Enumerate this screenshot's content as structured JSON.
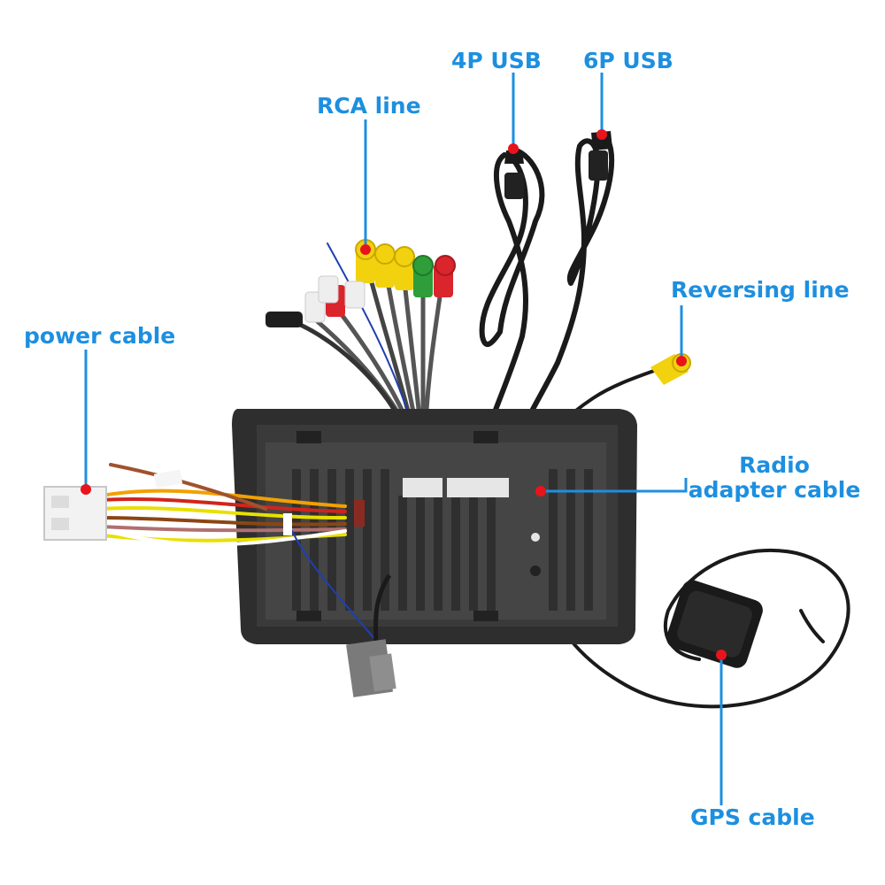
{
  "labels": {
    "usb4": "4P USB",
    "usb6": "6P USB",
    "rca": "RCA line",
    "reversing": "Reversing line",
    "power": "power cable",
    "radio_line1": "Radio",
    "radio_line2": "adapter cable",
    "gps": "GPS cable"
  },
  "colors": {
    "label": "#1d8fe0",
    "leader": "#1d8fe0",
    "marker": "#e8141c",
    "cable": "#1a1a1a",
    "unit_body": "#2e2e2e",
    "rca_yellow": "#f2d20f",
    "rca_white": "#eeeeee",
    "rca_green": "#2e9d3a",
    "rca_red": "#d9252b"
  }
}
